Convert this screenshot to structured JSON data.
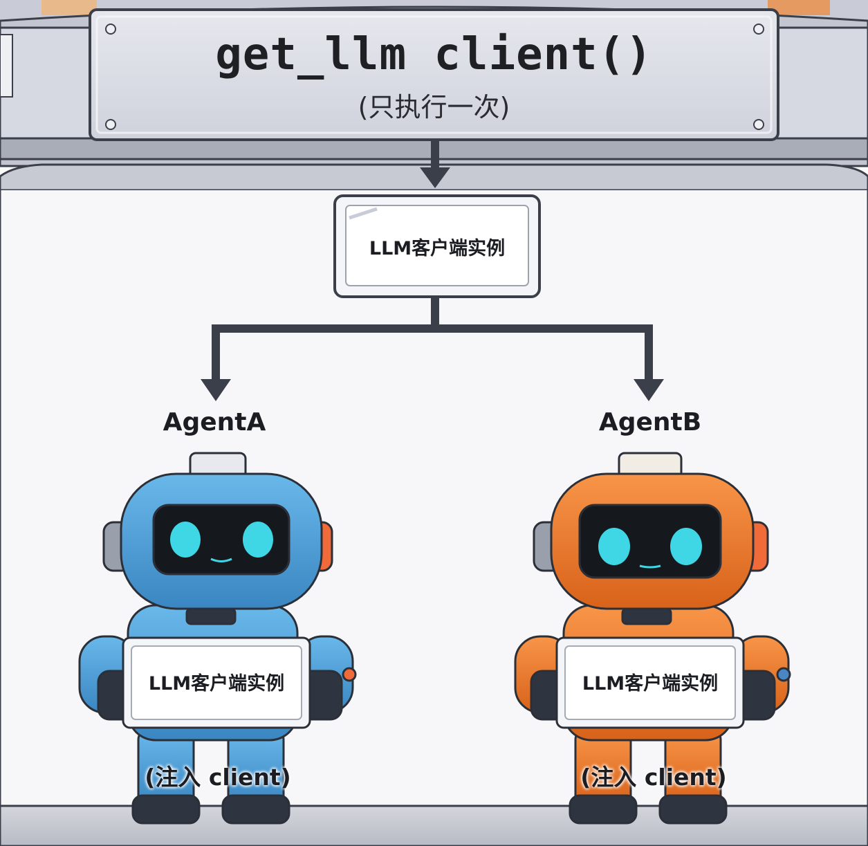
{
  "header": {
    "title": "get_llm client()",
    "subtitle": "(只执行一次)"
  },
  "center_box": {
    "label": "LLM客户端实例"
  },
  "agents": [
    {
      "name": "AgentA",
      "held_label": "LLM客户端实例",
      "caption": "(注入 client)",
      "color": "#4a9fd6"
    },
    {
      "name": "AgentB",
      "held_label": "LLM客户端实例",
      "caption": "(注入 client)",
      "color": "#f07d2c"
    }
  ],
  "colors": {
    "banner": "#d9dbe3",
    "connector": "#3b3f4a",
    "visor": "#15181c",
    "eyes": "#3fd6e6"
  }
}
